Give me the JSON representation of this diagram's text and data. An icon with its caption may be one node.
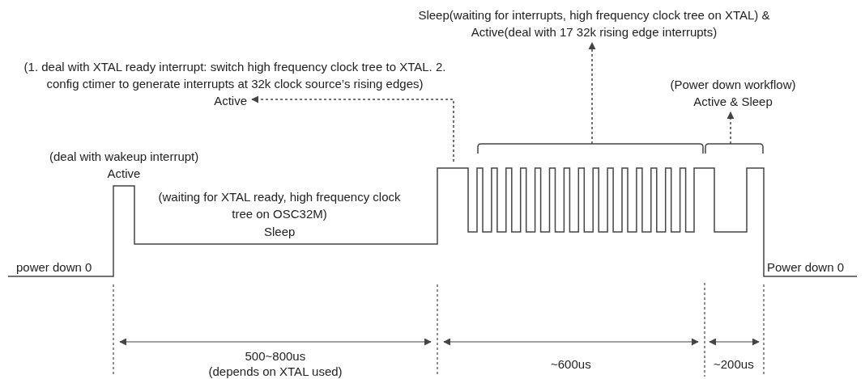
{
  "diagram": {
    "nodes": [
      {
        "text": [
          "Sleep(waiting for interrupts, high frequency clock tree on XTAL) & Active(deal with 17 32k rising edge interrupts)"
        ]
      },
      {
        "text": [
          "(1. deal with XTAL ready interrupt: switch high frequency clock tree to XTAL. 2. config ctimer to generate interrupts at 32k clock source’s rising edges)",
          "Active"
        ]
      },
      {
        "text": [
          "(Power down workflow)",
          "Active & Sleep"
        ]
      },
      {
        "text": [],
        "shape": "bracket"
      },
      {
        "text": [],
        "shape": "bracket"
      }
    ],
    "edges": [
      {
        "from": 3,
        "to": 0,
        "arrow": "to",
        "style": "dashed"
      },
      {
        "from": null,
        "to": 1,
        "arrow": "to",
        "style": "dashed"
      },
      {
        "from": 4,
        "to": 2,
        "arrow": "to",
        "style": "dashed"
      }
    ],
    "labels": [
      "(deal with wakeup interrupt)",
      "Active",
      "(waiting for XTAL ready, high frequency clock tree on OSC32M)",
      "Sleep",
      "power down 0",
      "Power down 0",
      "500~800us",
      "(depends on XTAL used)",
      "~600us",
      "~200us"
    ]
  }
}
